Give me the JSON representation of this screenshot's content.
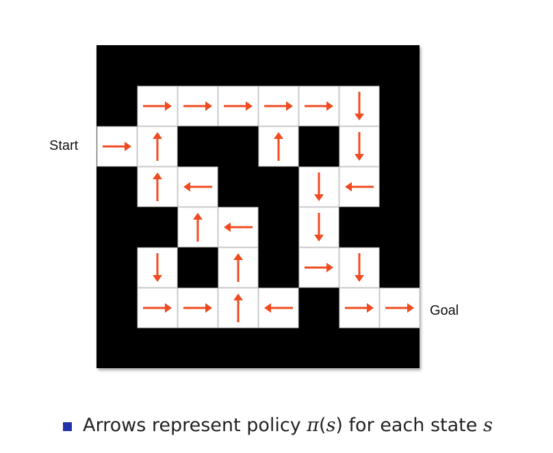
{
  "labels": {
    "start": "Start",
    "goal": "Goal"
  },
  "caption": {
    "pre": "Arrows represent policy ",
    "pi": "π",
    "open": "(",
    "s": "s",
    "close": ")",
    "mid": " for each state ",
    "s2": "s"
  },
  "colors": {
    "wall": "#000000",
    "cell": "#ffffff",
    "arrow": "#f04a20",
    "bullet": "#2233aa"
  },
  "grid": {
    "rows": 8,
    "cols": 8
  },
  "policy": [
    {
      "row": 1,
      "col": 1,
      "dir": "right"
    },
    {
      "row": 1,
      "col": 2,
      "dir": "right"
    },
    {
      "row": 1,
      "col": 3,
      "dir": "right"
    },
    {
      "row": 1,
      "col": 4,
      "dir": "right"
    },
    {
      "row": 1,
      "col": 5,
      "dir": "right"
    },
    {
      "row": 1,
      "col": 6,
      "dir": "down"
    },
    {
      "row": 2,
      "col": 0,
      "dir": "right"
    },
    {
      "row": 2,
      "col": 1,
      "dir": "up"
    },
    {
      "row": 2,
      "col": 4,
      "dir": "up"
    },
    {
      "row": 2,
      "col": 6,
      "dir": "down"
    },
    {
      "row": 3,
      "col": 1,
      "dir": "up"
    },
    {
      "row": 3,
      "col": 2,
      "dir": "left"
    },
    {
      "row": 3,
      "col": 5,
      "dir": "down"
    },
    {
      "row": 3,
      "col": 6,
      "dir": "left"
    },
    {
      "row": 4,
      "col": 2,
      "dir": "up"
    },
    {
      "row": 4,
      "col": 3,
      "dir": "left"
    },
    {
      "row": 4,
      "col": 5,
      "dir": "down"
    },
    {
      "row": 5,
      "col": 1,
      "dir": "down"
    },
    {
      "row": 5,
      "col": 3,
      "dir": "up"
    },
    {
      "row": 5,
      "col": 5,
      "dir": "right"
    },
    {
      "row": 5,
      "col": 6,
      "dir": "down"
    },
    {
      "row": 6,
      "col": 1,
      "dir": "right"
    },
    {
      "row": 6,
      "col": 2,
      "dir": "right"
    },
    {
      "row": 6,
      "col": 3,
      "dir": "up"
    },
    {
      "row": 6,
      "col": 4,
      "dir": "left"
    },
    {
      "row": 6,
      "col": 6,
      "dir": "right"
    },
    {
      "row": 6,
      "col": 7,
      "dir": "right"
    }
  ]
}
